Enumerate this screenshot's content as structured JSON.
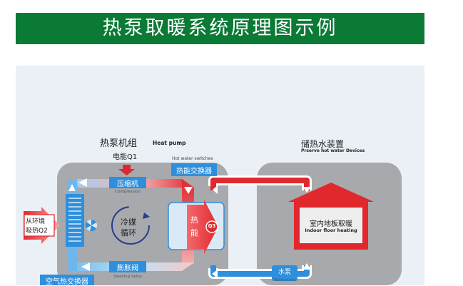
{
  "banner": {
    "title": "热泵取暖系统原理图示例"
  },
  "heat_pump": {
    "title_cn": "热泵机组",
    "title_en": "Heat pump",
    "power_label": "电能Q1",
    "compressor_cn": "压缩机",
    "compressor_en": "Compression",
    "refrigerant_line1": "冷媒",
    "refrigerant_line2": "循环",
    "expansion_cn": "膨胀阀",
    "expansion_en": "Swelling Valve",
    "env_heat_line1": "从环境",
    "env_heat_line2": "吸热Q2",
    "air_exchanger_cn": "空气热交换器",
    "hot_water_switch_en": "Hot water switches",
    "heat_exchanger_cn": "热能交换器",
    "heat_char_1": "热",
    "heat_char_2": "能",
    "q3_label": "Q3"
  },
  "storage": {
    "title_cn": "储热水装置",
    "title_en": "Prserve hot water Devices",
    "floor_heating_cn": "室内地板取暖",
    "floor_heating_en": "Indoor floor heating",
    "pump_cn": "水泵",
    "pump_en": "Water pump"
  },
  "colors": {
    "banner": "#0b7a35",
    "hot": "#e1282d",
    "cold": "#2f8fdc",
    "box": "#a7a9ac"
  }
}
